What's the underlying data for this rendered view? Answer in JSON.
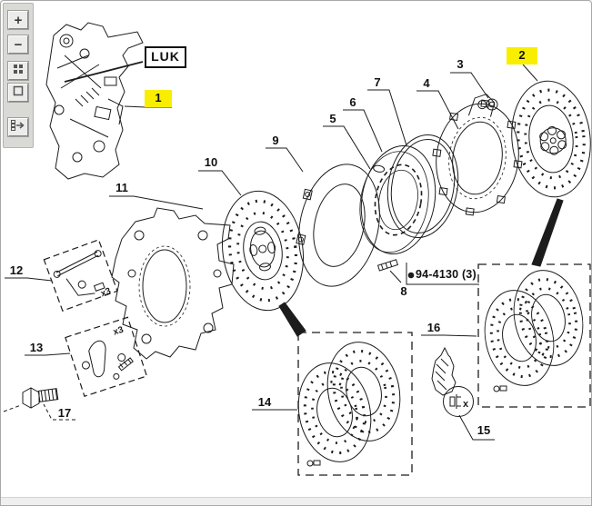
{
  "window": {
    "background": "#ffffff",
    "border_color": "#a9a9a9",
    "line_color": "#1c1c1c",
    "highlight_color": "#f9ee00"
  },
  "toolbar": {
    "background": "#d9d9d6",
    "buttons": [
      {
        "name": "zoom-in",
        "icon": "plus-icon",
        "glyph": "+"
      },
      {
        "name": "zoom-out",
        "icon": "minus-icon",
        "glyph": "−"
      },
      {
        "name": "tile-view",
        "icon": "grid-icon"
      },
      {
        "name": "single-view",
        "icon": "square-icon"
      },
      {
        "name": "export-panel",
        "icon": "arrow-right-icon"
      }
    ]
  },
  "diagram": {
    "brand_label": "LUK",
    "part_code": "94-4130 (3)",
    "quantity_note_12": "x3",
    "quantity_note_13": "x3",
    "detail_marker": "x",
    "callouts": [
      {
        "number": "1",
        "highlighted": true
      },
      {
        "number": "2",
        "highlighted": true
      },
      {
        "number": "3",
        "highlighted": false
      },
      {
        "number": "4",
        "highlighted": false
      },
      {
        "number": "5",
        "highlighted": false
      },
      {
        "number": "6",
        "highlighted": false
      },
      {
        "number": "7",
        "highlighted": false
      },
      {
        "number": "8",
        "highlighted": false
      },
      {
        "number": "9",
        "highlighted": false
      },
      {
        "number": "10",
        "highlighted": false
      },
      {
        "number": "11",
        "highlighted": false
      },
      {
        "number": "12",
        "highlighted": false
      },
      {
        "number": "13",
        "highlighted": false
      },
      {
        "number": "14",
        "highlighted": false
      },
      {
        "number": "15",
        "highlighted": false
      },
      {
        "number": "16",
        "highlighted": false
      },
      {
        "number": "17",
        "highlighted": false
      }
    ]
  }
}
